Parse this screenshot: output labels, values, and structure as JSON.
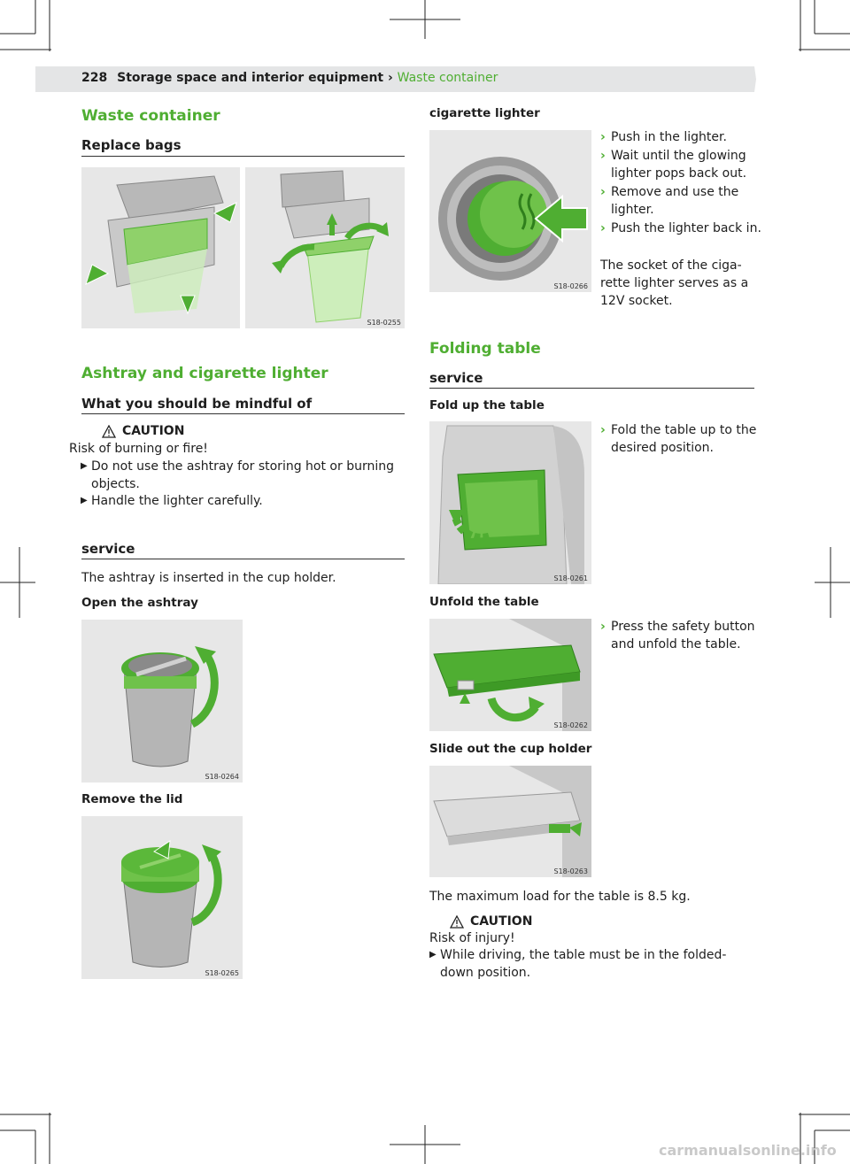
{
  "header": {
    "page_number": "228",
    "section": "Storage space and interior equipment",
    "separator": "›",
    "subsection": "Waste container"
  },
  "waste": {
    "title": "Waste container",
    "replace_bags": "Replace bags",
    "fig_code": "S18-0255"
  },
  "ashtray": {
    "title": "Ashtray and cigarette lighter",
    "mindful": "What you should be mindful of",
    "caution": {
      "title": "CAUTION",
      "lead": "Risk of burning or fire!",
      "items": [
        "Do not use the ashtray for storing hot or burning objects.",
        "Handle the lighter carefully."
      ]
    },
    "service": "service",
    "intro": "The ashtray is inserted in the cup holder.",
    "open_title": "Open the ashtray",
    "open_fig": "S18-0264",
    "remove_title": "Remove the lid",
    "remove_fig": "S18-0265"
  },
  "lighter": {
    "title": "cigarette lighter",
    "fig": "S18-0266",
    "steps": [
      "Push in the lighter.",
      "Wait until the glowing lighter pops back out.",
      "Remove and use the lighter.",
      "Push the lighter back in."
    ],
    "note": "The socket of the ciga-rette lighter serves as a 12V socket."
  },
  "table": {
    "title": "Folding table",
    "service": "service",
    "fold_title": "Fold up the table",
    "fold_fig": "S18-0261",
    "fold_step": "Fold the table up to the desired position.",
    "unfold_title": "Unfold the table",
    "unfold_fig": "S18-0262",
    "unfold_step": "Press the safety button and unfold the table.",
    "slide_title": "Slide out the cup holder",
    "slide_fig": "S18-0263",
    "max_load": "The maximum load for the table is 8.5 kg.",
    "caution": {
      "title": "CAUTION",
      "lead": "Risk of injury!",
      "items": [
        "While driving, the table must be in the folded-down position."
      ]
    }
  },
  "icons": {
    "step_chevron": "chevron-right-icon",
    "bullet": "triangle-right-icon",
    "warning": "warning-triangle-icon"
  },
  "colors": {
    "accent": "#4fae32",
    "header_band": "#e4e5e6",
    "figure_bg": "#e7e7e7"
  },
  "watermark": "carmanualsonline.info"
}
